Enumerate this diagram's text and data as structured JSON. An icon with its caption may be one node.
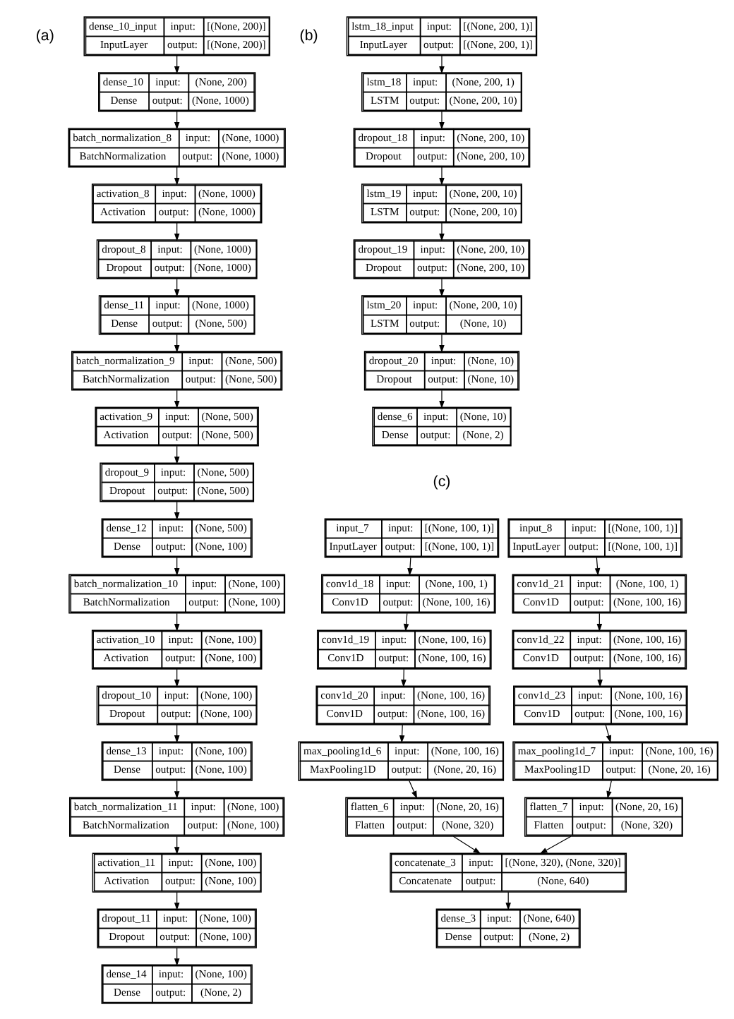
{
  "diagram": {
    "nodes": [
      {
        "text": [
          "dense_10_input",
          "input:",
          "[(None, 200)]",
          "InputLayer",
          "output:",
          "[(None, 200)]"
        ]
      },
      {
        "text": [
          "dense_10",
          "input:",
          "(None, 200)",
          "Dense",
          "output:",
          "(None, 1000)"
        ]
      },
      {
        "text": [
          "batch_normalization_8",
          "input:",
          "(None, 1000)",
          "BatchNormalization",
          "output:",
          "(None, 1000)"
        ]
      },
      {
        "text": [
          "activation_8",
          "input:",
          "(None, 1000)",
          "Activation",
          "output:",
          "(None, 1000)"
        ]
      },
      {
        "text": [
          "dropout_8",
          "input:",
          "(None, 1000)",
          "Dropout",
          "output:",
          "(None, 1000)"
        ]
      },
      {
        "text": [
          "dense_11",
          "input:",
          "(None, 1000)",
          "Dense",
          "output:",
          "(None, 500)"
        ]
      },
      {
        "text": [
          "batch_normalization_9",
          "input:",
          "(None, 500)",
          "BatchNormalization",
          "output:",
          "(None, 500)"
        ]
      },
      {
        "text": [
          "activation_9",
          "input:",
          "(None, 500)",
          "Activation",
          "output:",
          "(None, 500)"
        ]
      },
      {
        "text": [
          "dropout_9",
          "input:",
          "(None, 500)",
          "Dropout",
          "output:",
          "(None, 500)"
        ]
      },
      {
        "text": [
          "dense_12",
          "input:",
          "(None, 500)",
          "Dense",
          "output:",
          "(None, 100)"
        ]
      },
      {
        "text": [
          "batch_normalization_10",
          "input:",
          "(None, 100)",
          "BatchNormalization",
          "output:",
          "(None, 100)"
        ]
      },
      {
        "text": [
          "activation_10",
          "input:",
          "(None, 100)",
          "Activation",
          "output:",
          "(None, 100)"
        ]
      },
      {
        "text": [
          "dropout_10",
          "input:",
          "(None, 100)",
          "Dropout",
          "output:",
          "(None, 100)"
        ]
      },
      {
        "text": [
          "dense_13",
          "input:",
          "(None, 100)",
          "Dense",
          "output:",
          "(None, 100)"
        ]
      },
      {
        "text": [
          "batch_normalization_11",
          "input:",
          "(None, 100)",
          "BatchNormalization",
          "output:",
          "(None, 100)"
        ]
      },
      {
        "text": [
          "activation_11",
          "input:",
          "(None, 100)",
          "Activation",
          "output:",
          "(None, 100)"
        ]
      },
      {
        "text": [
          "dropout_11",
          "input:",
          "(None, 100)",
          "Dropout",
          "output:",
          "(None, 100)"
        ]
      },
      {
        "text": [
          "dense_14",
          "input:",
          "(None, 100)",
          "Dense",
          "output:",
          "(None, 2)"
        ]
      },
      {
        "text": [
          "lstm_18_input",
          "input:",
          "[(None, 200, 1)]",
          "InputLayer",
          "output:",
          "[(None, 200, 1)]"
        ]
      },
      {
        "text": [
          "lstm_18",
          "input:",
          "(None, 200, 1)",
          "LSTM",
          "output:",
          "(None, 200, 10)"
        ]
      },
      {
        "text": [
          "dropout_18",
          "input:",
          "(None, 200, 10)",
          "Dropout",
          "output:",
          "(None, 200, 10)"
        ]
      },
      {
        "text": [
          "lstm_19",
          "input:",
          "(None, 200, 10)",
          "LSTM",
          "output:",
          "(None, 200, 10)"
        ]
      },
      {
        "text": [
          "dropout_19",
          "input:",
          "(None, 200, 10)",
          "Dropout",
          "output:",
          "(None, 200, 10)"
        ]
      },
      {
        "text": [
          "lstm_20",
          "input:",
          "(None, 200, 10)",
          "LSTM",
          "output:",
          "(None, 10)"
        ]
      },
      {
        "text": [
          "dropout_20",
          "input:",
          "(None, 10)",
          "Dropout",
          "output:",
          "(None, 10)"
        ]
      },
      {
        "text": [
          "dense_6",
          "input:",
          "(None, 10)",
          "Dense",
          "output:",
          "(None, 2)"
        ]
      },
      {
        "text": [
          "input_7",
          "input:",
          "[(None, 100, 1)]",
          "InputLayer",
          "output:",
          "[(None, 100, 1)]"
        ]
      },
      {
        "text": [
          "input_8",
          "input:",
          "[(None, 100, 1)]",
          "InputLayer",
          "output:",
          "[(None, 100, 1)]"
        ]
      },
      {
        "text": [
          "conv1d_18",
          "input:",
          "(None, 100, 1)",
          "Conv1D",
          "output:",
          "(None, 100, 16)"
        ]
      },
      {
        "text": [
          "conv1d_21",
          "input:",
          "(None, 100, 1)",
          "Conv1D",
          "output:",
          "(None, 100, 16)"
        ]
      },
      {
        "text": [
          "conv1d_19",
          "input:",
          "(None, 100, 16)",
          "Conv1D",
          "output:",
          "(None, 100, 16)"
        ]
      },
      {
        "text": [
          "conv1d_22",
          "input:",
          "(None, 100, 16)",
          "Conv1D",
          "output:",
          "(None, 100, 16)"
        ]
      },
      {
        "text": [
          "conv1d_20",
          "input:",
          "(None, 100, 16)",
          "Conv1D",
          "output:",
          "(None, 100, 16)"
        ]
      },
      {
        "text": [
          "conv1d_23",
          "input:",
          "(None, 100, 16)",
          "Conv1D",
          "output:",
          "(None, 100, 16)"
        ]
      },
      {
        "text": [
          "max_pooling1d_6",
          "input:",
          "(None, 100, 16)",
          "MaxPooling1D",
          "output:",
          "(None, 20, 16)"
        ]
      },
      {
        "text": [
          "max_pooling1d_7",
          "input:",
          "(None, 100, 16)",
          "MaxPooling1D",
          "output:",
          "(None, 20, 16)"
        ]
      },
      {
        "text": [
          "flatten_6",
          "input:",
          "(None, 20, 16)",
          "Flatten",
          "output:",
          "(None, 320)"
        ]
      },
      {
        "text": [
          "flatten_7",
          "input:",
          "(None, 20, 16)",
          "Flatten",
          "output:",
          "(None, 320)"
        ]
      },
      {
        "text": [
          "concatenate_3",
          "input:",
          "[(None, 320), (None, 320)]",
          "Concatenate",
          "output:",
          "(None, 640)"
        ]
      },
      {
        "text": [
          "dense_3",
          "input:",
          "(None, 640)",
          "Dense",
          "output:",
          "(None, 2)"
        ]
      }
    ],
    "edges": [
      {
        "from": 0,
        "to": 1,
        "arrow": "to"
      },
      {
        "from": 1,
        "to": 2,
        "arrow": "to"
      },
      {
        "from": 2,
        "to": 3,
        "arrow": "to"
      },
      {
        "from": 3,
        "to": 4,
        "arrow": "to"
      },
      {
        "from": 4,
        "to": 5,
        "arrow": "to"
      },
      {
        "from": 5,
        "to": 6,
        "arrow": "to"
      },
      {
        "from": 6,
        "to": 7,
        "arrow": "to"
      },
      {
        "from": 7,
        "to": 8,
        "arrow": "to"
      },
      {
        "from": 8,
        "to": 9,
        "arrow": "to"
      },
      {
        "from": 9,
        "to": 10,
        "arrow": "to"
      },
      {
        "from": 10,
        "to": 11,
        "arrow": "to"
      },
      {
        "from": 11,
        "to": 12,
        "arrow": "to"
      },
      {
        "from": 12,
        "to": 13,
        "arrow": "to"
      },
      {
        "from": 13,
        "to": 14,
        "arrow": "to"
      },
      {
        "from": 14,
        "to": 15,
        "arrow": "to"
      },
      {
        "from": 15,
        "to": 16,
        "arrow": "to"
      },
      {
        "from": 16,
        "to": 17,
        "arrow": "to"
      },
      {
        "from": 18,
        "to": 19,
        "arrow": "to"
      },
      {
        "from": 19,
        "to": 20,
        "arrow": "to"
      },
      {
        "from": 20,
        "to": 21,
        "arrow": "to"
      },
      {
        "from": 21,
        "to": 22,
        "arrow": "to"
      },
      {
        "from": 22,
        "to": 23,
        "arrow": "to"
      },
      {
        "from": 23,
        "to": 24,
        "arrow": "to"
      },
      {
        "from": 24,
        "to": 25,
        "arrow": "to"
      },
      {
        "from": 26,
        "to": 28,
        "arrow": "to"
      },
      {
        "from": 27,
        "to": 29,
        "arrow": "to"
      },
      {
        "from": 28,
        "to": 30,
        "arrow": "to"
      },
      {
        "from": 29,
        "to": 31,
        "arrow": "to"
      },
      {
        "from": 30,
        "to": 32,
        "arrow": "to"
      },
      {
        "from": 31,
        "to": 33,
        "arrow": "to"
      },
      {
        "from": 32,
        "to": 34,
        "arrow": "to"
      },
      {
        "from": 33,
        "to": 35,
        "arrow": "to"
      },
      {
        "from": 34,
        "to": 36,
        "arrow": "to"
      },
      {
        "from": 35,
        "to": 37,
        "arrow": "to"
      },
      {
        "from": 36,
        "to": 38,
        "arrow": "to"
      },
      {
        "from": 37,
        "to": 38,
        "arrow": "to"
      },
      {
        "from": 38,
        "to": 39,
        "arrow": "to"
      }
    ],
    "labels": [
      "(a)",
      "(b)",
      "(c)"
    ]
  }
}
